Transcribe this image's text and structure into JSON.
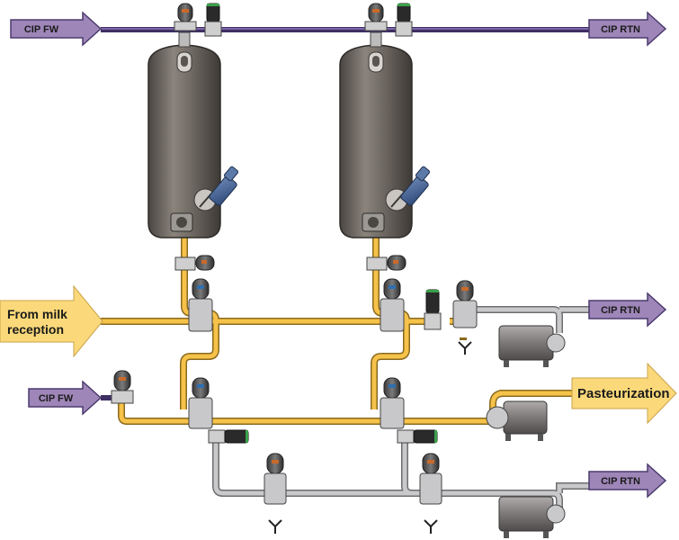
{
  "labels": {
    "cip_fw_top": "CIP FW",
    "cip_rtn_top": "CIP RTN",
    "milk_line1": "From milk",
    "milk_line2": "reception",
    "cip_fw_mid": "CIP FW",
    "cip_rtn_mid": "CIP RTN",
    "pasteurization": "Pasteurization",
    "cip_rtn_bottom": "CIP RTN"
  },
  "colors": {
    "cip_arrow": "#9e86b8",
    "milk_arrow": "#fbd97a",
    "milk_pipe": "#f2b63c",
    "cip_pipe": "#5e4a88",
    "steel_pipe": "#b9b9bb",
    "tank_body": "#6e6862"
  }
}
